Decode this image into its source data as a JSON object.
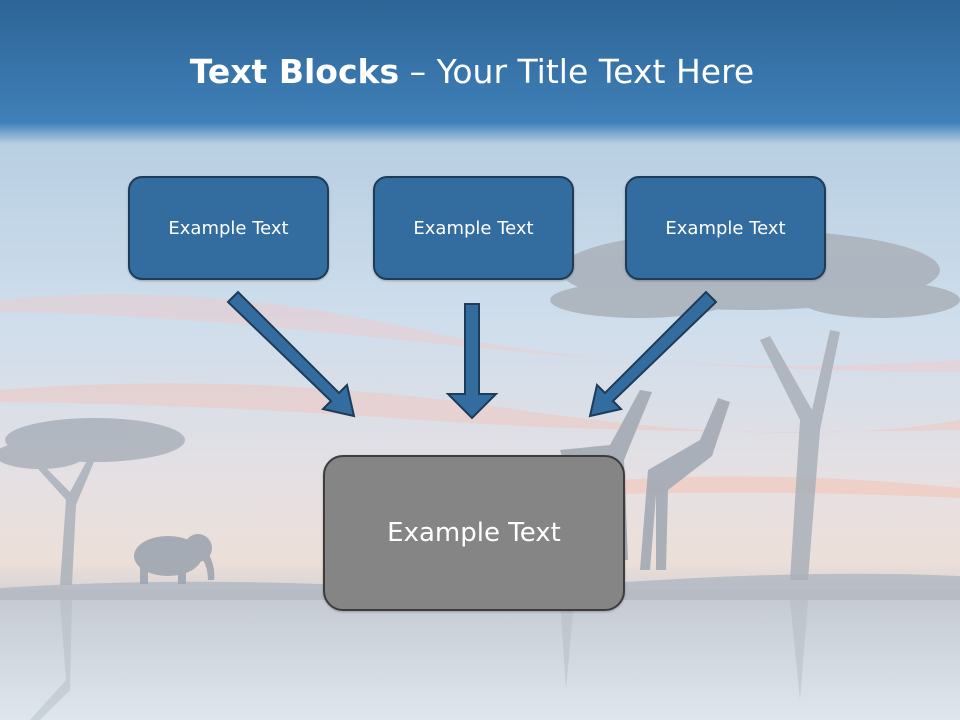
{
  "title": {
    "bold": "Text Blocks",
    "rest": " – Your Title Text Here"
  },
  "blocks": [
    {
      "label": "Example Text"
    },
    {
      "label": "Example Text"
    },
    {
      "label": "Example Text"
    }
  ],
  "result": {
    "label": "Example Text"
  },
  "colors": {
    "header_blue": "#2f6fa8",
    "block_fill": "#336c9f",
    "block_border": "#1e3b57",
    "result_fill": "#858585",
    "result_border": "#3d3d3d",
    "arrow_fill": "#336c9f"
  }
}
